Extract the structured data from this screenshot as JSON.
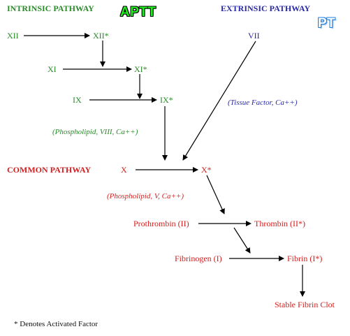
{
  "headers": {
    "intrinsic": "INTRINSIC PATHWAY",
    "extrinsic": "EXTRINSIC PATHWAY",
    "common": "COMMON PATHWAY"
  },
  "tests": {
    "aptt": "APTT",
    "pt": "PT"
  },
  "intrinsic_nodes": {
    "xii": "XII",
    "xii_active": "XII*",
    "xi": "XI",
    "xi_active": "XI*",
    "ix": "IX",
    "ix_active": "IX*"
  },
  "extrinsic_nodes": {
    "vii": "VII"
  },
  "common_nodes": {
    "x": "X",
    "x_active": "X*",
    "prothrombin": "Prothrombin (II)",
    "thrombin": "Thrombin (II*)",
    "fibrinogen": "Fibrinogen (I)",
    "fibrin": "Fibrin (I*)",
    "clot": "Stable Fibrin Clot"
  },
  "cofactors": {
    "intrinsic": "(Phospholipid, VIII, Ca++)",
    "extrinsic": "(Tissue Factor, Ca++)",
    "common": "(Phospholipid, V, Ca++)"
  },
  "footnote": "* Denotes Activated Factor",
  "colors": {
    "intrinsic": "#2a8a2a",
    "extrinsic": "#2a2aa8",
    "common": "#d42020",
    "aptt_badge": "#22ee22",
    "pt_badge": "#1c7fe0",
    "arrow": "#000000"
  }
}
